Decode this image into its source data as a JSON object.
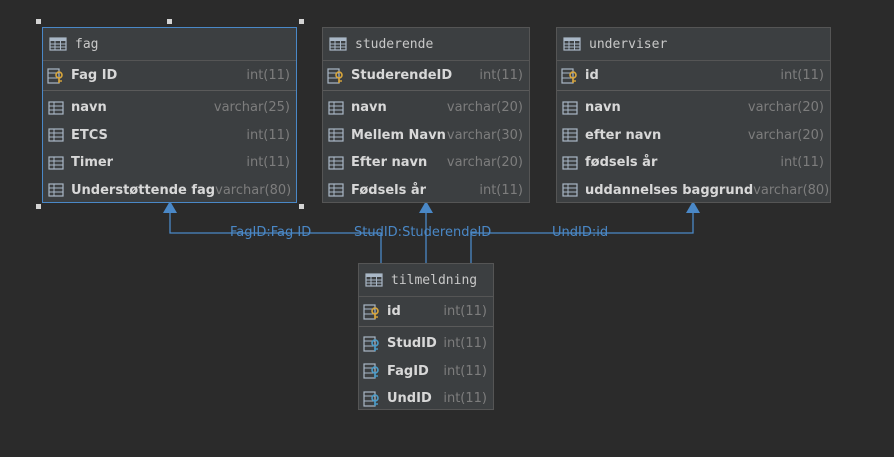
{
  "tables": {
    "fag": {
      "name": "fag",
      "pk": {
        "name": "Fag ID",
        "type": "int(11)"
      },
      "columns": [
        {
          "name": "navn",
          "type": "varchar(25)"
        },
        {
          "name": "ETCS",
          "type": "int(11)"
        },
        {
          "name": "Timer",
          "type": "int(11)"
        },
        {
          "name": "Understøttende fag",
          "type": "varchar(80)"
        }
      ]
    },
    "studerende": {
      "name": "studerende",
      "pk": {
        "name": "StuderendeID",
        "type": "int(11)"
      },
      "columns": [
        {
          "name": "navn",
          "type": "varchar(20)"
        },
        {
          "name": "Mellem Navn",
          "type": "varchar(30)"
        },
        {
          "name": "Efter navn",
          "type": "varchar(20)"
        },
        {
          "name": "Fødsels år",
          "type": "int(11)"
        }
      ]
    },
    "underviser": {
      "name": "underviser",
      "pk": {
        "name": "id",
        "type": "int(11)"
      },
      "columns": [
        {
          "name": "navn",
          "type": "varchar(20)"
        },
        {
          "name": "efter navn",
          "type": "varchar(20)"
        },
        {
          "name": "fødsels år",
          "type": "int(11)"
        },
        {
          "name": "uddannelses baggrund",
          "type": "varchar(80)"
        }
      ]
    },
    "tilmeldning": {
      "name": "tilmeldning",
      "pk": {
        "name": "id",
        "type": "int(11)"
      },
      "fks": [
        {
          "name": "StudID",
          "type": "int(11)"
        },
        {
          "name": "FagID",
          "type": "int(11)"
        },
        {
          "name": "UndID",
          "type": "int(11)"
        }
      ]
    }
  },
  "relations": [
    {
      "label": "FagID:Fag ID"
    },
    {
      "label": "StudID:StuderendeID"
    },
    {
      "label": "UndID:id"
    }
  ],
  "colors": {
    "background": "#2b2b2b",
    "table_bg": "#3c3f41",
    "selection": "#4a88c7",
    "key_gold": "#d9a63b",
    "fk_blue": "#4a9cc9"
  }
}
